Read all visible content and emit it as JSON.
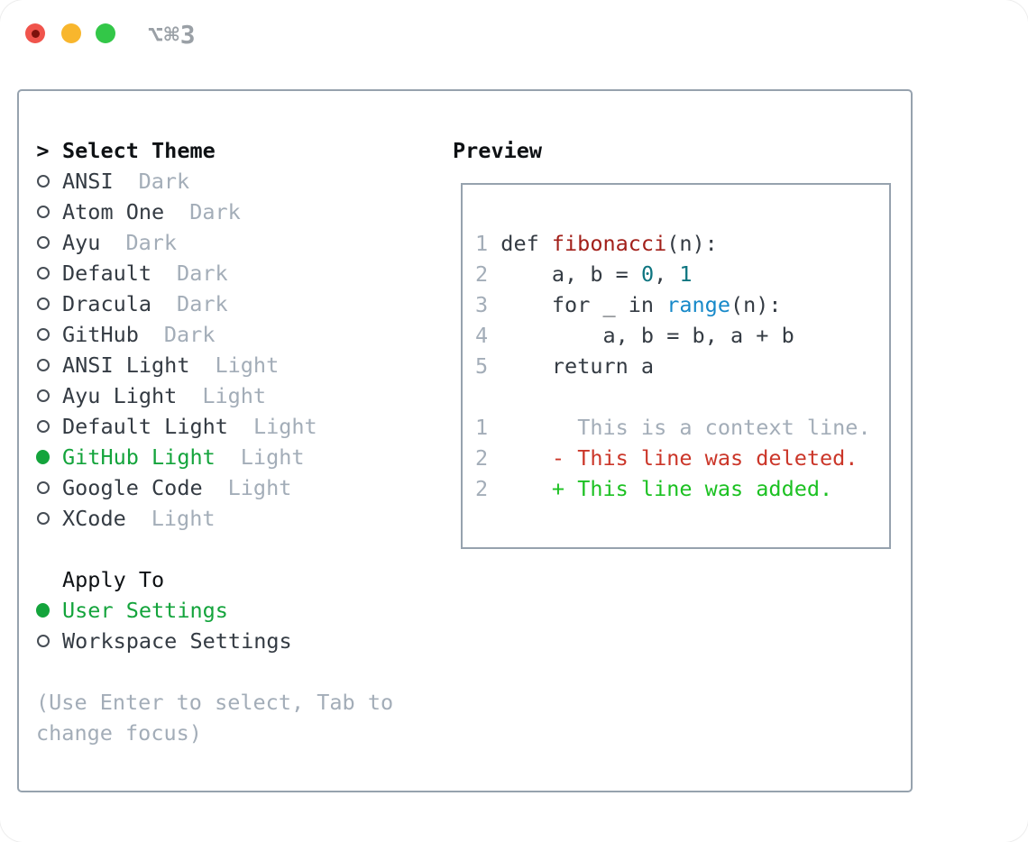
{
  "titlebar": {
    "title": "⌥⌘3"
  },
  "theme_list": {
    "header_prefix": ">",
    "header": "Select Theme",
    "items": [
      {
        "name": "ANSI",
        "variant": "Dark",
        "selected": false
      },
      {
        "name": "Atom One",
        "variant": "Dark",
        "selected": false
      },
      {
        "name": "Ayu",
        "variant": "Dark",
        "selected": false
      },
      {
        "name": "Default",
        "variant": "Dark",
        "selected": false
      },
      {
        "name": "Dracula",
        "variant": "Dark",
        "selected": false
      },
      {
        "name": "GitHub",
        "variant": "Dark",
        "selected": false
      },
      {
        "name": "ANSI Light",
        "variant": "Light",
        "selected": false
      },
      {
        "name": "Ayu Light",
        "variant": "Light",
        "selected": false
      },
      {
        "name": "Default Light",
        "variant": "Light",
        "selected": false
      },
      {
        "name": "GitHub Light",
        "variant": "Light",
        "selected": true
      },
      {
        "name": "Google Code",
        "variant": "Light",
        "selected": false
      },
      {
        "name": "XCode",
        "variant": "Light",
        "selected": false
      }
    ]
  },
  "apply_to": {
    "header": "Apply To",
    "options": [
      {
        "label": "User Settings",
        "selected": true
      },
      {
        "label": "Workspace Settings",
        "selected": false
      }
    ]
  },
  "hint": {
    "line1": "(Use Enter to select, Tab to",
    "line2": "change focus)"
  },
  "preview": {
    "header": "Preview",
    "lines": [
      {
        "segs": [
          [
            "num",
            "1 "
          ],
          [
            "code",
            "def "
          ],
          [
            "func",
            "fibonacci"
          ],
          [
            "code",
            "(n):"
          ]
        ]
      },
      {
        "segs": [
          [
            "num",
            "2"
          ],
          [
            "code",
            "     a, b = "
          ],
          [
            "numlit",
            "0"
          ],
          [
            "code",
            ", "
          ],
          [
            "numlit",
            "1"
          ]
        ]
      },
      {
        "segs": [
          [
            "num",
            "3"
          ],
          [
            "code",
            "     for _ in "
          ],
          [
            "builtin",
            "range"
          ],
          [
            "code",
            "(n):"
          ]
        ]
      },
      {
        "segs": [
          [
            "num",
            "4"
          ],
          [
            "code",
            "         a, b = b, a + b"
          ]
        ]
      },
      {
        "segs": [
          [
            "num",
            "5"
          ],
          [
            "code",
            "     return a"
          ]
        ]
      },
      {
        "segs": []
      },
      {
        "segs": [
          [
            "num",
            "1"
          ],
          [
            "context",
            "       This is a context line."
          ]
        ]
      },
      {
        "segs": [
          [
            "num",
            "2"
          ],
          [
            "deleted",
            "     - This line was deleted."
          ]
        ]
      },
      {
        "segs": [
          [
            "num",
            "2"
          ],
          [
            "added",
            "     + This line was added."
          ]
        ]
      }
    ]
  },
  "colors": {
    "accent_green": "#14a43c",
    "added_green": "#1cc122",
    "deleted_red": "#cb3629",
    "function_red": "#a2201a",
    "builtin_blue": "#1789c9",
    "literal_teal": "#0e7580",
    "text_dark": "#343b43",
    "heading_black": "#0e1114",
    "muted_gray": "#a3adb8",
    "border_gray": "#96a2ae",
    "traffic_red": "#f0544c",
    "traffic_red_dot": "#7d120c",
    "traffic_yellow": "#f8b62d",
    "traffic_green": "#33c748",
    "title_gray": "#9aa0a6"
  }
}
